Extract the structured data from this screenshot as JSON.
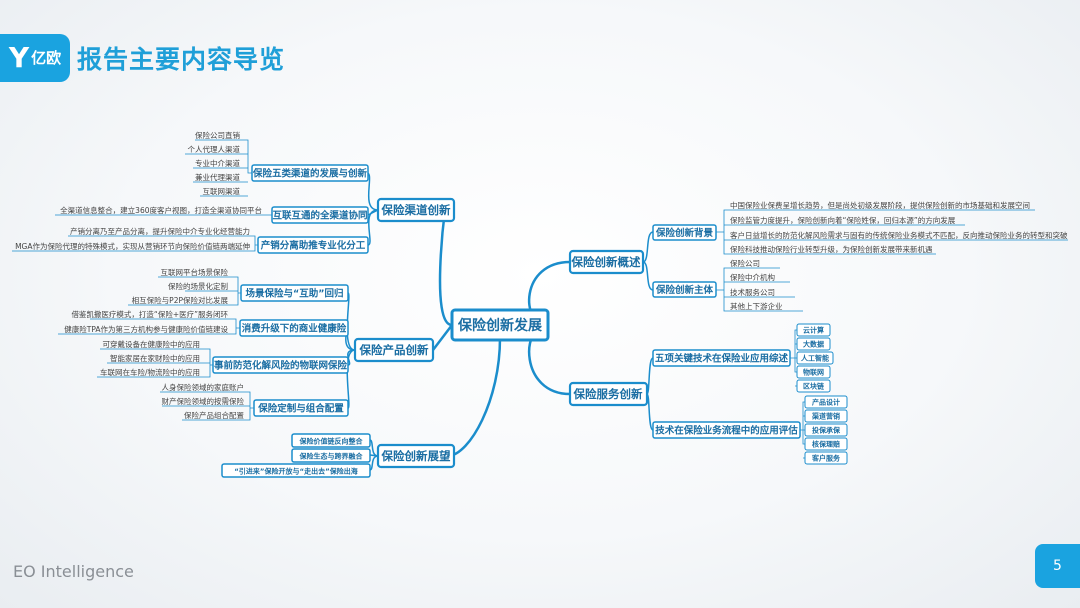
{
  "header": {
    "logo_mark": "Y",
    "logo_text": "亿欧",
    "title": "报告主要内容导览"
  },
  "footer": {
    "brand": "EO Intelligence",
    "page_number": "5"
  },
  "colors": {
    "accent": "#1aa3e0",
    "line": "#1b8dcc"
  },
  "center": "保险创新发展",
  "l1": {
    "channel": "保险渠道创新",
    "product": "保险产品创新",
    "outlook": "保险创新展望",
    "overview": "保险创新概述",
    "service": "保险服务创新"
  },
  "l2": {
    "channel_a": "保险五类渠道的发展与创新",
    "channel_b": "互联互通的全渠道协同",
    "channel_c": "产销分离助推专业化分工",
    "product_a": "场景保险与“互助”回归",
    "product_b": "消费升级下的商业健康险",
    "product_c": "事前防范化解风险的物联网保险",
    "product_d": "保险定制与组合配置",
    "outlook_a": "保险价值链反向整合",
    "outlook_b": "保险生态与跨界融合",
    "outlook_c": "“引进来”保险开放与“走出去”保险出海",
    "overview_a": "保险创新背景",
    "overview_b": "保险创新主体",
    "service_a": "五项关键技术在保险业应用综述",
    "service_b": "技术在保险业务流程中的应用评估"
  },
  "leaves": {
    "channel_a": [
      "保险公司直销",
      "个人代理人渠道",
      "专业中介渠道",
      "兼业代理渠道",
      "互联网渠道"
    ],
    "channel_b": [
      "全渠道信息整合，建立360度客户视图，打造全渠道协同平台"
    ],
    "channel_c": [
      "产销分离乃至产品分离，提升保险中介专业化经营能力",
      "MGA作为保险代理的特殊模式，实现从营销环节向保险价值链两端延伸"
    ],
    "product_a": [
      "互联网平台场景保险",
      "保险的场景化定制",
      "相互保险与P2P保险对比发展"
    ],
    "product_b": [
      "借鉴凯撒医疗模式，打造“保险+医疗”服务闭环",
      "健康险TPA作为第三方机构参与健康险价值链建设"
    ],
    "product_c": [
      "可穿戴设备在健康险中的应用",
      "智能家居在家财险中的应用",
      "车联网在车险/物流险中的应用"
    ],
    "product_d": [
      "人身保险领域的家庭账户",
      "财产保险领域的按需保险",
      "保险产品组合配置"
    ],
    "overview_a": [
      "中国保险业保费呈增长趋势，但是尚处初级发展阶段，提供保险创新的市场基础和发展空间",
      "保险监管力度提升，保险创新向着“保险姓保，回归本源”的方向发展",
      "客户日益增长的防范化解风险需求与固有的传统保险业务模式不匹配，反向推动保险业务的转型和突破",
      "保险科技推动保险行业转型升级，为保险创新发展带来新机遇"
    ],
    "overview_b": [
      "保险公司",
      "保险中介机构",
      "技术服务公司",
      "其他上下游企业"
    ],
    "service_a": [
      "云计算",
      "大数据",
      "人工智能",
      "物联网",
      "区块链"
    ],
    "service_b": [
      "产品设计",
      "渠道营销",
      "投保承保",
      "核保理赔",
      "客户服务"
    ]
  }
}
